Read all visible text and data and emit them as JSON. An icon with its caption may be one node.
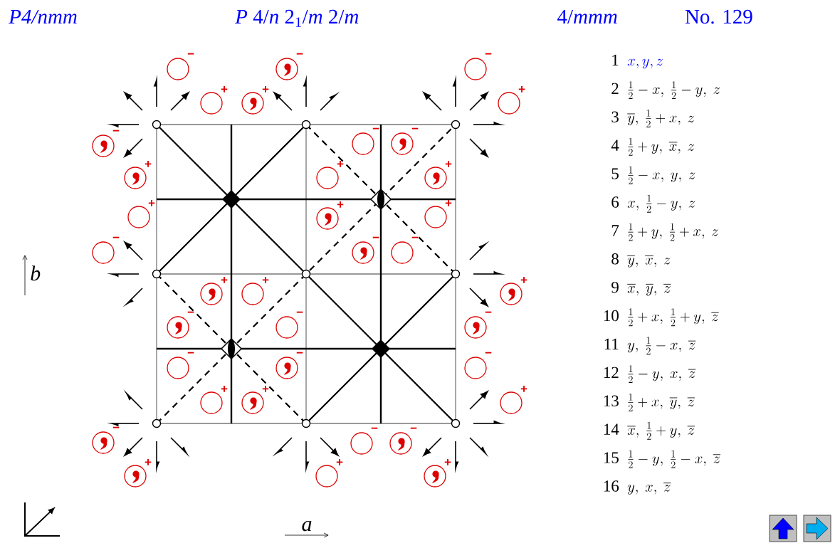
{
  "diagram": {
    "labels": [
      "*P4/nmm*",
      "*P* 4/*n* 2$_{1}$/*m* 2/*m*",
      "4/*mmm*",
      "No. 129",
      "1",
      "x, y, z",
      "2",
      "\\tfrac{1}{2}-x,\\ \\tfrac{1}{2}-y,\\ z",
      "3",
      "\\overline{y},\\ \\tfrac{1}{2}+x,\\ z",
      "4",
      "\\tfrac{1}{2}+y,\\ \\overline{x},\\ z",
      "5",
      "\\tfrac{1}{2}-x,\\ y,\\ z",
      "6",
      "x,\\ \\tfrac{1}{2}-y,\\ z",
      "7",
      "\\tfrac{1}{2}+y,\\ \\tfrac{1}{2}+x,\\ z",
      "8",
      "\\overline{y},\\ \\overline{x},\\ z",
      "9",
      "\\overline{x},\\ \\overline{y},\\ \\overline{z}",
      "10",
      "\\tfrac{1}{2}+x,\\ \\tfrac{1}{2}+y,\\ \\overline{z}",
      "11",
      "y,\\ \\tfrac{1}{2}-x,\\ \\overline{z}",
      "12",
      "\\tfrac{1}{2}-y,\\ x,\\ \\overline{z}",
      "13",
      "\\tfrac{1}{2}+x,\\ \\overline{y},\\ \\overline{z}",
      "14",
      "\\overline{x},\\ \\tfrac{1}{2}+y,\\ \\overline{z}",
      "15",
      "\\tfrac{1}{2}-y,\\ \\tfrac{1}{2}-x,\\ \\overline{z}",
      "16",
      "y,\\ x,\\ \\overline{z}",
      "−",
      "−",
      "−",
      "+",
      "+",
      "+",
      "−",
      "−",
      "−",
      "+",
      "+",
      "+",
      "+",
      "+",
      "+",
      "−",
      "−",
      "−",
      "+",
      "+",
      "+",
      "−",
      "−",
      "−",
      "−",
      "−",
      "−",
      "+",
      "+",
      "+",
      "−",
      "−",
      "−",
      "+",
      "+",
      "+",
      "b",
      "a"
    ]
  }
}
